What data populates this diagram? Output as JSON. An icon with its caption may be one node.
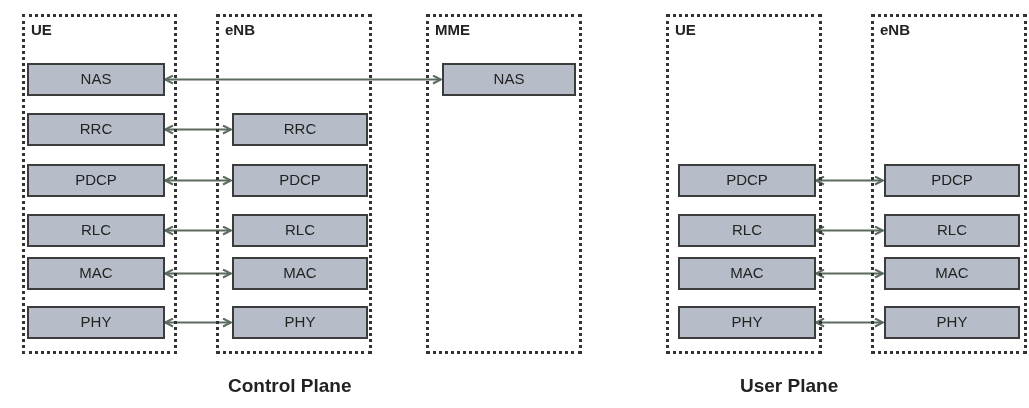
{
  "diagram": {
    "nodes": [
      {
        "text": [
          "UE"
        ]
      },
      {
        "text": [
          "NAS"
        ],
        "in": 0
      },
      {
        "text": [
          "RRC"
        ],
        "in": 0
      },
      {
        "text": [
          "PDCP"
        ],
        "in": 0
      },
      {
        "text": [
          "RLC"
        ],
        "in": 0
      },
      {
        "text": [
          "MAC"
        ],
        "in": 0
      },
      {
        "text": [
          "PHY"
        ],
        "in": 0
      },
      {
        "text": [
          "eNB"
        ]
      },
      {
        "text": [
          "RRC"
        ],
        "in": 7
      },
      {
        "text": [
          "PDCP"
        ],
        "in": 7
      },
      {
        "text": [
          "RLC"
        ],
        "in": 7
      },
      {
        "text": [
          "MAC"
        ],
        "in": 7
      },
      {
        "text": [
          "PHY"
        ],
        "in": 7
      },
      {
        "text": [
          "MME"
        ]
      },
      {
        "text": [
          "NAS"
        ],
        "in": 13
      },
      {
        "text": [
          "UE"
        ]
      },
      {
        "text": [
          "PDCP"
        ],
        "in": 15
      },
      {
        "text": [
          "RLC"
        ],
        "in": 15
      },
      {
        "text": [
          "MAC"
        ],
        "in": 15
      },
      {
        "text": [
          "PHY"
        ],
        "in": 15
      },
      {
        "text": [
          "eNB"
        ]
      },
      {
        "text": [
          "PDCP"
        ],
        "in": 20
      },
      {
        "text": [
          "RLC"
        ],
        "in": 20
      },
      {
        "text": [
          "MAC"
        ],
        "in": 20
      },
      {
        "text": [
          "PHY"
        ],
        "in": 20
      }
    ],
    "edges": [
      {
        "from": 1,
        "to": 14,
        "arrow": "both"
      },
      {
        "from": 2,
        "to": 8,
        "arrow": "both"
      },
      {
        "from": 3,
        "to": 9,
        "arrow": "both"
      },
      {
        "from": 4,
        "to": 10,
        "arrow": "both"
      },
      {
        "from": 5,
        "to": 11,
        "arrow": "both"
      },
      {
        "from": 6,
        "to": 12,
        "arrow": "both"
      },
      {
        "from": 16,
        "to": 21,
        "arrow": "both"
      },
      {
        "from": 17,
        "to": 22,
        "arrow": "both"
      },
      {
        "from": 18,
        "to": 23,
        "arrow": "both"
      },
      {
        "from": 19,
        "to": 24,
        "arrow": "both"
      }
    ],
    "labels": [
      "Control Plane",
      "User Plane"
    ]
  }
}
